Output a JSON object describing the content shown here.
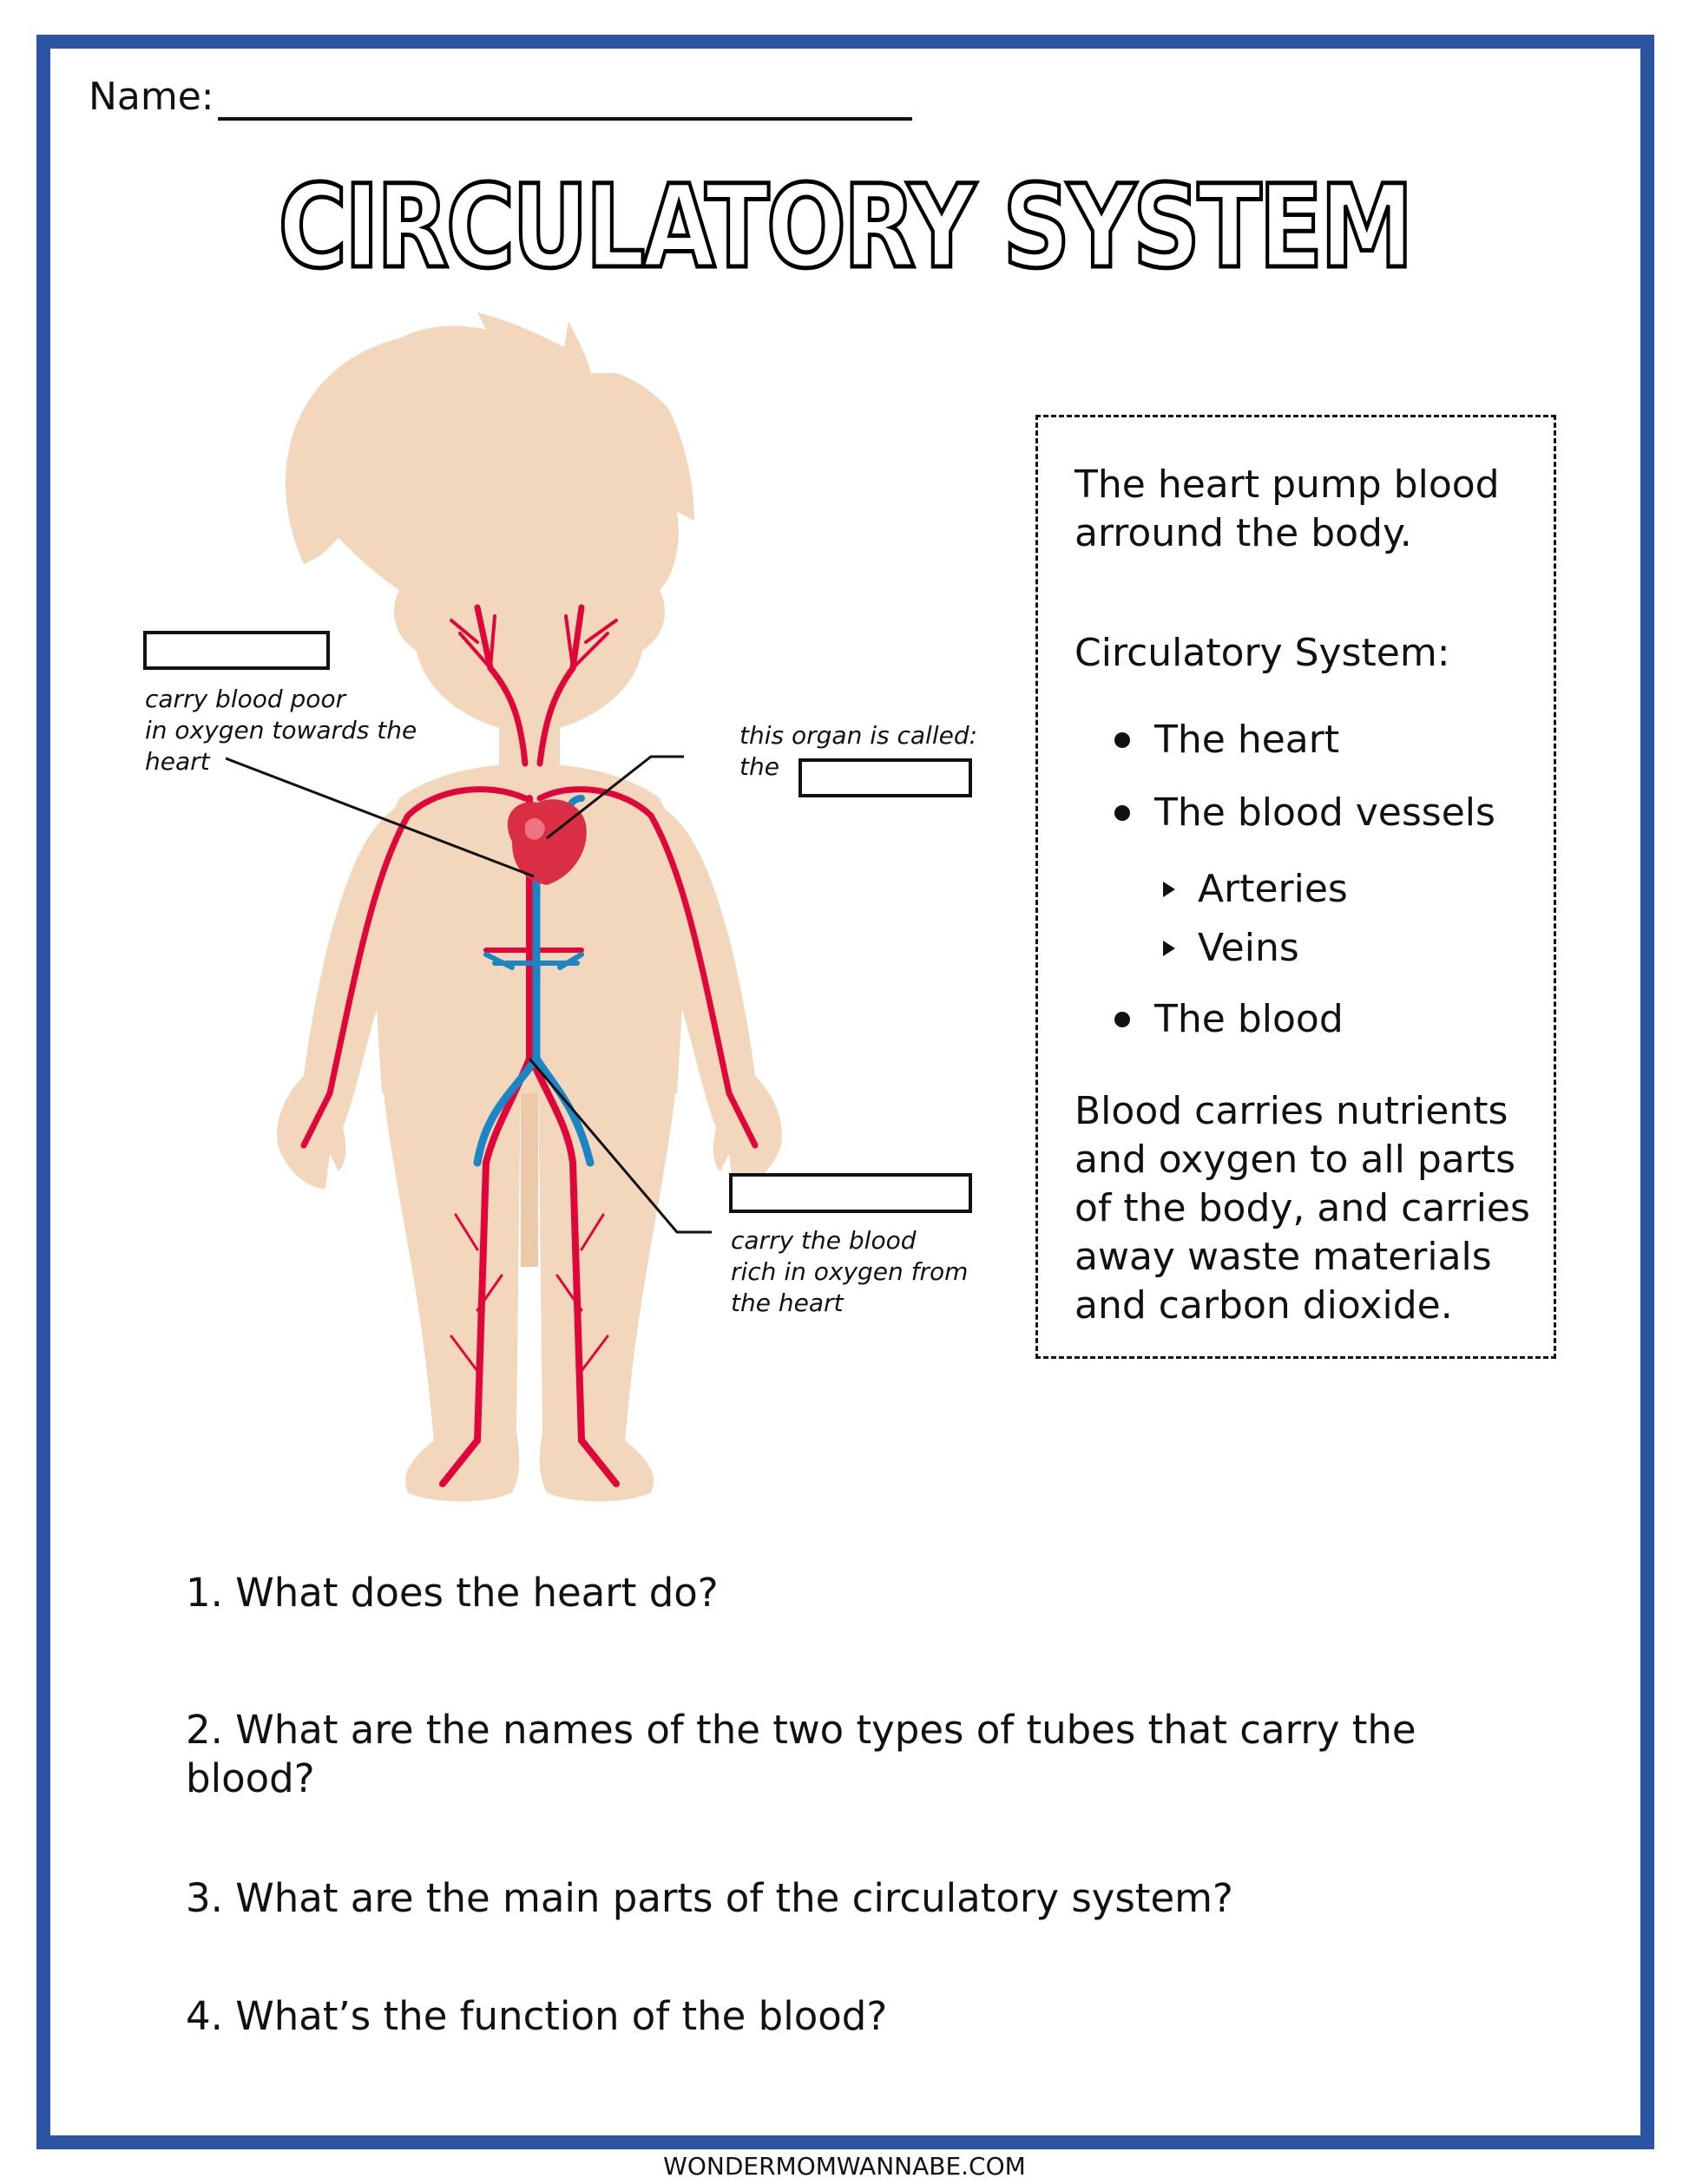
{
  "header": {
    "name_label": "Name:",
    "title": "CIRCULATORY SYSTEM"
  },
  "diagram": {
    "labels": {
      "veins": {
        "answer_box": "",
        "description": "carry blood poor in oxygen towards the heart",
        "lines": [
          "carry blood poor",
          "in oxygen towards the",
          "heart"
        ]
      },
      "heart": {
        "prompt_line1": "this organ is called:",
        "prompt_line2": "the",
        "answer_box": ""
      },
      "arteries": {
        "answer_box": "",
        "lines": [
          "carry the blood",
          "rich in oxygen from",
          "the heart"
        ]
      }
    },
    "colors": {
      "skin": "#f3d7bd",
      "skin_shade": "#ecc9a8",
      "artery": "#e0063a",
      "vein": "#1b86c6",
      "heart": "#d92e44"
    }
  },
  "infobox": {
    "intro_line1": "The heart pump blood",
    "intro_line2": "arround the body.",
    "list_heading": "Circulatory System:",
    "items": [
      {
        "label": "The heart",
        "subitems": []
      },
      {
        "label": "The blood vessels",
        "subitems": [
          "Arteries",
          "Veins"
        ]
      },
      {
        "label": "The blood",
        "subitems": []
      }
    ],
    "summary_lines": [
      "Blood carries nutrients",
      "and oxygen to all parts",
      "of the body, and carries",
      "away waste materials",
      "and carbon dioxide."
    ]
  },
  "questions": [
    {
      "text": "1. What does the heart do?"
    },
    {
      "text": "2. What are the names of the two types of tubes that carry the",
      "text2": "blood?"
    },
    {
      "text": "3. What are the main parts of the circulatory system?"
    },
    {
      "text": "4. What’s the function of the blood?"
    }
  ],
  "footer": {
    "website": "WONDERMOMWANNABE.COM"
  },
  "theme": {
    "border": "#2b54a3"
  }
}
